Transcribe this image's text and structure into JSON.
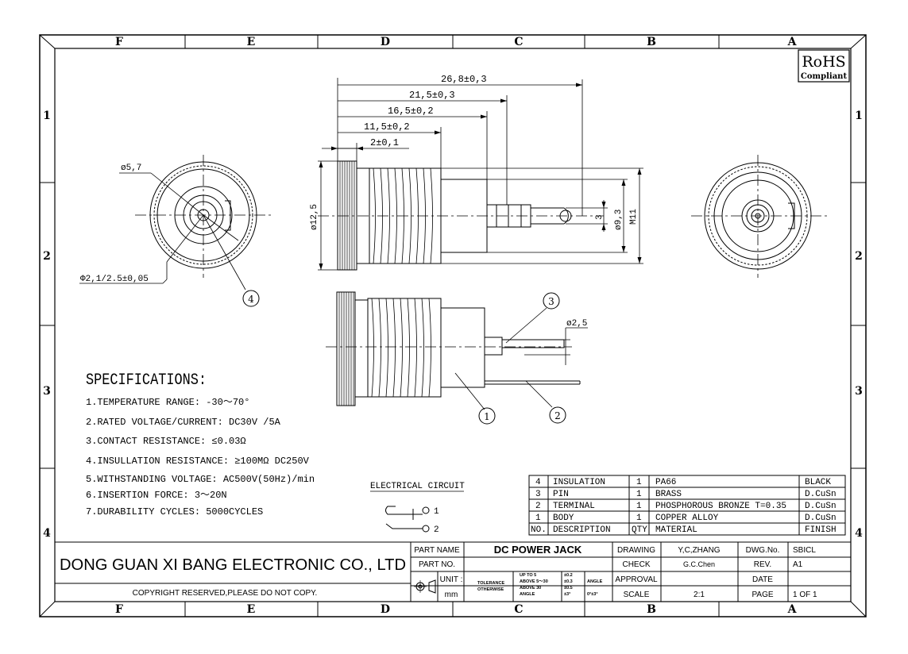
{
  "border": {
    "columns": [
      "F",
      "E",
      "D",
      "C",
      "B",
      "A"
    ],
    "rows": [
      "1",
      "2",
      "3",
      "4"
    ]
  },
  "rohs": {
    "line1": "RoHS",
    "line2": "Compliant"
  },
  "dimensions": {
    "d1": "26,8±0,3",
    "d2": "21,5±0,3",
    "d3": "16,5±0,2",
    "d4": "11,5±0,2",
    "d5": "2±0,1",
    "d_phi125": "ø12,5",
    "d_phi93": "ø9,3",
    "d_m11": "M11",
    "d_3": "3",
    "d_phi57": "ø5,7",
    "d_pin": "Φ2,1/2.5±0,05",
    "d_phi25": "ø2,5"
  },
  "callouts": [
    "1",
    "2",
    "3",
    "4"
  ],
  "specifications": {
    "title": "SPECIFICATIONS:",
    "items": [
      "1.TEMPERATURE RANGE: -30～70°",
      "2.RATED VOLTAGE/CURRENT: DC30V /5A",
      "3.CONTACT RESISTANCE: ≤0.03Ω",
      "4.INSULLATION RESISTANCE: ≥100MΩ DC250V",
      "5.WITHSTANDING VOLTAGE: AC500V(50Hz)/min",
      "6.INSERTION FORCE: 3～20N",
      "7.DURABILITY CYCLES: 5000CYCLES"
    ]
  },
  "circuit": {
    "title": "ELECTRICAL CIRCUIT",
    "pin1": "1",
    "pin2": "2"
  },
  "bom": {
    "header": [
      "NO.",
      "DESCRIPTION",
      "QTY",
      "MATERIAL",
      "FINISH"
    ],
    "rows": [
      [
        "4",
        "INSULATION",
        "1",
        "PA66",
        "BLACK"
      ],
      [
        "3",
        "PIN",
        "1",
        "BRASS",
        "D.CuSn"
      ],
      [
        "2",
        "TERMINAL",
        "1",
        "PHOSPHOROUS BRONZE T=0.35",
        "D.CuSn"
      ],
      [
        "1",
        "BODY",
        "1",
        "COPPER ALLOY",
        "D.CuSn"
      ]
    ]
  },
  "title_block": {
    "company": "DONG GUAN XI BANG ELECTRONIC CO., LTD",
    "copyright": "COPYRIGHT RESERVED,PLEASE DO NOT COPY.",
    "part_name_label": "PART NAME",
    "part_name": "DC POWER JACK",
    "part_no_label": "PART NO.",
    "unit_label": "UNIT :",
    "unit": "mm",
    "tolerance_label": "TOLERANCE",
    "otherwise_label": "OTHERWISE",
    "tol_up5": "UP TO 5",
    "tol_up5_val": "±0.2",
    "tol_5_30": "ABOVE 5～30",
    "tol_5_30_val": "±0.3",
    "tol_30": "ABOVE 30",
    "tol_30_val": "±0.5",
    "tol_angle": "ANGLE",
    "tol_angle_val": "±3°",
    "angle_label": "ANGLE",
    "angle_val": "0°±3°",
    "drawing_label": "DRAWING",
    "drawing": "Y,C,ZHANG",
    "check_label": "CHECK",
    "check": "G.C.Chen",
    "approval_label": "APPROVAL",
    "approval": "",
    "scale_label": "SCALE",
    "scale": "2:1",
    "dwg_label": "DWG.No.",
    "dwg": "SBICL",
    "rev_label": "REV.",
    "rev": "A1",
    "date_label": "DATE",
    "date": "",
    "page_label": "PAGE",
    "page": "1 OF 1"
  }
}
